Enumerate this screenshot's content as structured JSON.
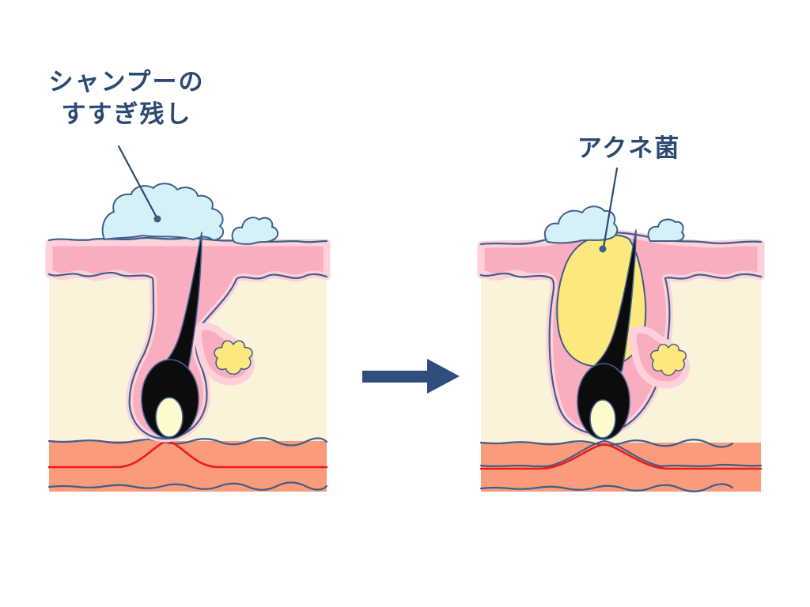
{
  "figure": {
    "labels": {
      "left": {
        "line1": "シャンプーの",
        "line2": "すすぎ残し"
      },
      "right": "アクネ菌"
    },
    "colors": {
      "text": "#2b4a72",
      "outline": "#3f5e88",
      "arrow": "#2e4e7e",
      "epidermis_pink": "#f9adbe",
      "pink_glow": "#fdd0da",
      "dermis_cream": "#fbf2da",
      "subcutis_salmon": "#fa9b7c",
      "foam_blue": "#d4f1f8",
      "sebum_yellow": "#fce87d",
      "papilla_yellow": "#fdfacd",
      "vessel_red": "#ef1a1a",
      "hair_black": "#0c0c0c"
    }
  }
}
